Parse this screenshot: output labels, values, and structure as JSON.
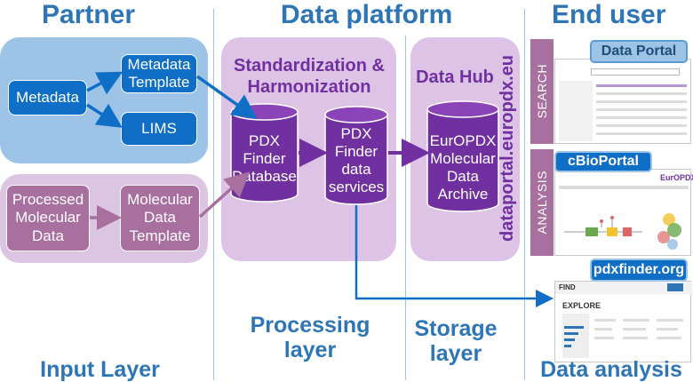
{
  "headers": {
    "partner": "Partner",
    "platform": "Data platform",
    "end_user": "End user"
  },
  "partner": {
    "metadata": "Metadata",
    "metadata_template": "Metadata Template",
    "lims": "LIMS",
    "processed_molecular_data": "Processed Molecular Data",
    "molecular_data_template": "Molecular Data Template"
  },
  "processing": {
    "title": "Standardization & Harmonization",
    "database": "PDX Finder Database",
    "services": "PDX Finder data services"
  },
  "storage": {
    "title": "Data Hub",
    "archive": "EurOPDX Molecular Data Archive",
    "url": "dataportal.europdx.eu"
  },
  "end_user": {
    "search": "SEARCH",
    "analysis": "ANALYSIS",
    "data_portal": "Data Portal",
    "cbioportal": "cBioPortal",
    "pdxfinder": "pdxfinder.org",
    "explore": "EXPLORE",
    "find": "FIND",
    "mini_brand": "EurOPDX"
  },
  "layers": {
    "input": "Input Layer",
    "processing": "Processing layer",
    "storage": "Storage layer",
    "analysis": "Data analysis"
  },
  "colors": {
    "header_blue": "#2e75b6",
    "box_blue": "#0f6fc6",
    "partner_top_bg": "#9dc3e6",
    "partner_bottom_bg": "#dcc5e3",
    "box_purple": "#a7709e",
    "platform_purple": "#ddc3e6",
    "title_purple": "#7030a0",
    "cylinder_purple": "#7030a0",
    "tag_blue_light": "#9dc3e6",
    "tag_blue_dark": "#0f6fc6"
  }
}
